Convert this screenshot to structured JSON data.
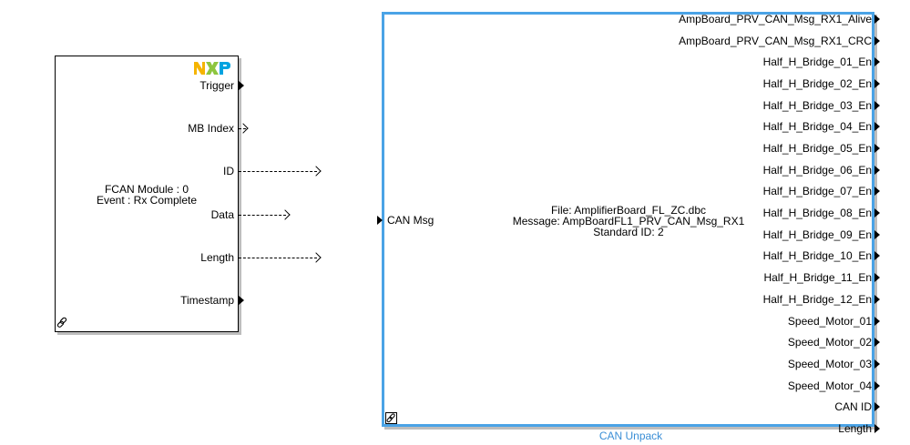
{
  "fcan_block": {
    "logo": "NXP",
    "center_text_line1": "FCAN Module : 0",
    "center_text_line2": "Event : Rx Complete",
    "ports": [
      {
        "label": "Trigger",
        "style": "solid"
      },
      {
        "label": "MB Index",
        "style": "dashed"
      },
      {
        "label": "ID",
        "style": "dashed"
      },
      {
        "label": "Data",
        "style": "dashed"
      },
      {
        "label": "Length",
        "style": "dashed"
      },
      {
        "label": "Timestamp",
        "style": "solid"
      }
    ],
    "link_icon": "link-icon"
  },
  "unpack_block": {
    "input_port_label": "CAN Msg",
    "center_line1": "File: AmplifierBoard_FL_ZC.dbc",
    "center_line2": "Message: AmpBoardFL1_PRV_CAN_Msg_RX1",
    "center_line3": "Standard ID: 2",
    "block_name": "CAN Unpack",
    "accent_color": "#4aa3e6",
    "link_icon": "link-icon",
    "output_ports": [
      "AmpBoard_PRV_CAN_Msg_RX1_Alive",
      "AmpBoard_PRV_CAN_Msg_RX1_CRC",
      "Half_H_Bridge_01_En",
      "Half_H_Bridge_02_En",
      "Half_H_Bridge_03_En",
      "Half_H_Bridge_04_En",
      "Half_H_Bridge_05_En",
      "Half_H_Bridge_06_En",
      "Half_H_Bridge_07_En",
      "Half_H_Bridge_08_En",
      "Half_H_Bridge_09_En",
      "Half_H_Bridge_10_En",
      "Half_H_Bridge_11_En",
      "Half_H_Bridge_12_En",
      "Speed_Motor_01",
      "Speed_Motor_02",
      "Speed_Motor_03",
      "Speed_Motor_04",
      "CAN ID",
      "Length"
    ]
  }
}
